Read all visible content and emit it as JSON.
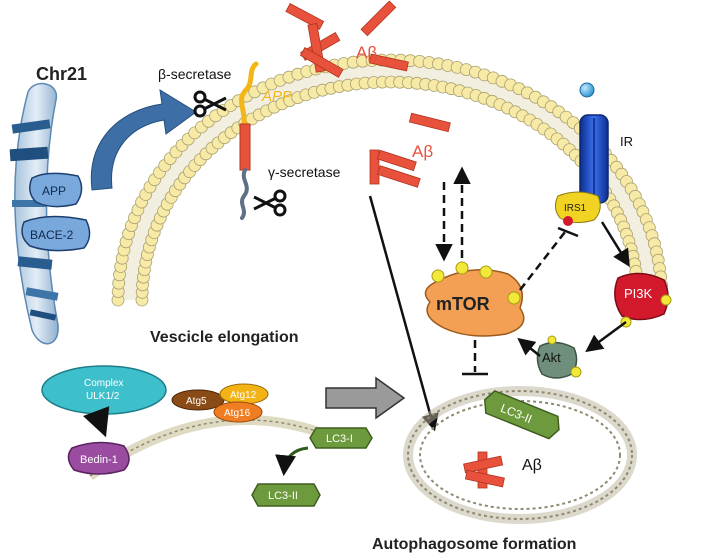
{
  "labels": {
    "chr21": "Chr21",
    "app_chr": "APP",
    "bace2": "BACE-2",
    "beta_secretase": "β-secretase",
    "app_membrane": "APP",
    "gamma_secretase": "γ-secretase",
    "abeta_top": "Aβ",
    "abeta_mid": "Aβ",
    "abeta_auto": "Aβ",
    "ir": "IR",
    "irs1": "IRS1",
    "mtor": "mTOR",
    "pi3k": "PI3K",
    "akt": "Akt",
    "vesicle_elongation": "Vescicle elongation",
    "complex_line1": "Complex",
    "complex_line2": "ULK1/2",
    "atg5": "Atg5",
    "atg12": "Atg12",
    "atg16": "Atg16",
    "bedin1": "Bedin-1",
    "lc3i": "LC3-I",
    "lc3ii_small": "LC3-II",
    "lc3ii_auto": "LC3-II",
    "autophagosome": "Autophagosome formation"
  },
  "colors": {
    "abeta": "#e8513c",
    "app_yellow": "#f2b619",
    "lipid_head": "#f7e9a6",
    "receptor": "#1f4fc9",
    "irs1": "#f0d323",
    "mtor": "#f3a055",
    "pi3k": "#d31a2c",
    "akt": "#6f8f7c",
    "lc3": "#6d9a3c",
    "complex": "#3dbfcc",
    "bedin": "#9a4ca0",
    "atg5": "#8a4b16",
    "atg12": "#f3b316",
    "atg16": "#ef7e23",
    "chromosome": "#3d75a8"
  }
}
